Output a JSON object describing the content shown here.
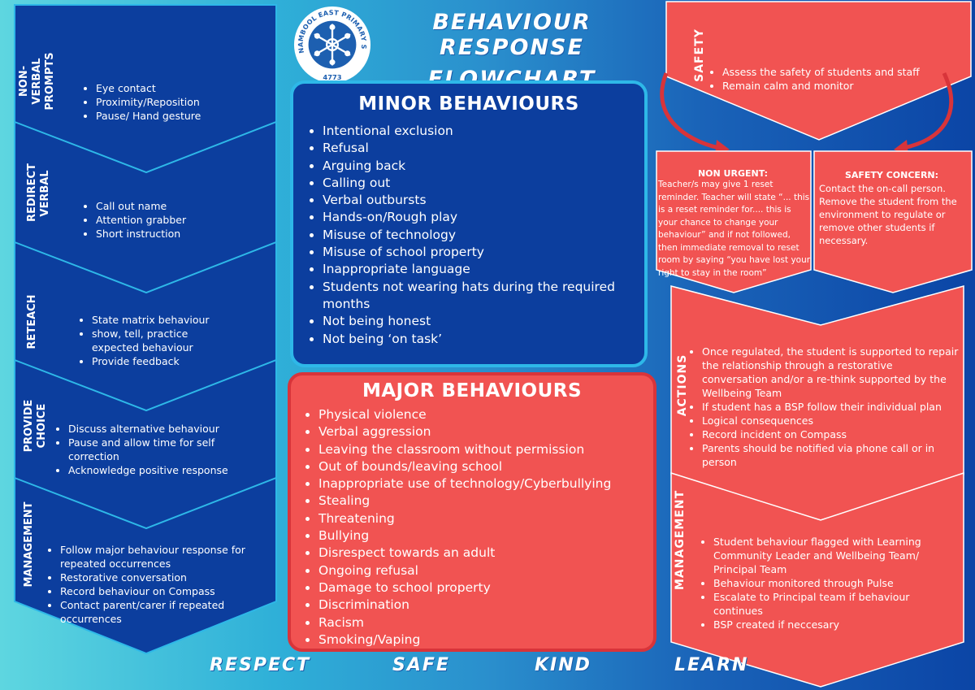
{
  "title": {
    "line1": "BEHAVIOUR RESPONSE",
    "line2": "FLOWCHART"
  },
  "logo": {
    "arc_text": "WARRNAMBOOL EAST PRIMARY SCHOOL",
    "number": "4773",
    "icon": "snowflake-emblem-icon"
  },
  "left_steps": [
    {
      "label": "NON-VERBAL PROMPTS",
      "items": [
        "Eye contact",
        "Proximity/Reposition",
        "Pause/ Hand gesture"
      ]
    },
    {
      "label": "REDIRECT VERBAL",
      "items": [
        "Call out name",
        "Attention grabber",
        "Short instruction"
      ]
    },
    {
      "label": "RETEACH",
      "items": [
        "State matrix behaviour",
        "show, tell, practice expected behaviour",
        "Provide feedback"
      ]
    },
    {
      "label": "PROVIDE CHOICE",
      "items": [
        "Discuss alternative behaviour",
        "Pause and allow time for self correction",
        "Acknowledge positive response"
      ]
    },
    {
      "label": "MANAGEMENT",
      "items": [
        "Follow major behaviour response for repeated occurrences",
        "Restorative conversation",
        "Record behaviour on Compass",
        "Contact parent/carer if repeated occurrences"
      ]
    }
  ],
  "minor": {
    "heading": "MINOR BEHAVIOURS",
    "items": [
      "Intentional exclusion",
      "Refusal",
      "Arguing back",
      "Calling out",
      "Verbal outbursts",
      "Hands-on/Rough play",
      "Misuse of technology",
      "Misuse of school property",
      "Inappropriate language",
      "Students not wearing hats during the required months",
      "Not being honest",
      "Not being ‘on task’"
    ]
  },
  "major": {
    "heading": "MAJOR BEHAVIOURS",
    "items": [
      "Physical violence",
      "Verbal aggression",
      "Leaving the classroom without permission",
      "Out of bounds/leaving school",
      "Inappropriate use of technology/Cyberbullying",
      "Stealing",
      "Threatening",
      "Bullying",
      "Disrespect towards an adult",
      "Ongoing refusal",
      "Damage to school property",
      "Discrimination",
      "Racism",
      "Smoking/Vaping"
    ]
  },
  "safety": {
    "label": "SAFETY",
    "items": [
      "Assess the safety of students and staff",
      "Remain calm and monitor"
    ]
  },
  "non_urgent": {
    "title": "NON URGENT:",
    "text": "Teacher/s may give 1 reset reminder. Teacher will state “... this is a reset reminder for.... this is your chance to change your behaviour” and if not followed, then immediate removal to reset room by saying “you have lost your right to stay in the room”"
  },
  "safety_concern": {
    "title": "SAFETY CONCERN:",
    "text": "Contact the on-call person. Remove the student from the environment to regulate or remove other students if necessary."
  },
  "actions": {
    "label": "ACTIONS",
    "items": [
      "Once regulated, the student is supported to repair the relationship through a restorative conversation and/or a re-think supported by the Wellbeing Team",
      "If student has a BSP follow their individual plan",
      "Logical consequences",
      "Record incident on Compass",
      "Parents should be notified via phone call or in person"
    ]
  },
  "management_right": {
    "label": "MANAGEMENT",
    "items": [
      "Student behaviour flagged with Learning Community Leader and Wellbeing Team/ Principal Team",
      "Behaviour monitored through Pulse",
      "Escalate to Principal team if behaviour continues",
      "BSP created if neccesary"
    ]
  },
  "values": [
    "RESPECT",
    "SAFE",
    "KIND",
    "LEARN"
  ],
  "colors": {
    "navy": "#0c3e9e",
    "coral": "#f15352",
    "cyan_border": "#2eb8e8",
    "left_bg": "#5ed6e0",
    "right_bg": "#0b45a6"
  }
}
